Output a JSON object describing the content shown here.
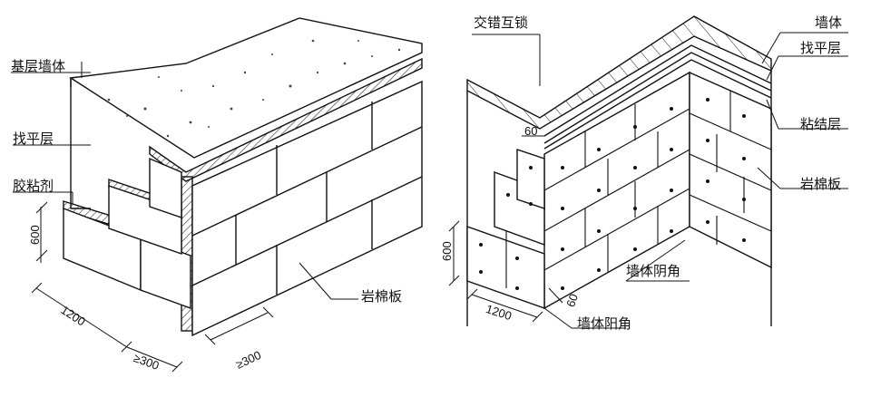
{
  "left_diagram": {
    "labels": {
      "base_wall": "基层墙体",
      "leveling": "找平层",
      "adhesive": "胶粘剂",
      "rock_wool": "岩棉板"
    },
    "dims": {
      "height": "600",
      "length": "1200",
      "stagger_a": "≥300",
      "stagger_b": "≥300"
    }
  },
  "right_diagram": {
    "labels": {
      "interlock": "交错互锁",
      "wall": "墙体",
      "leveling": "找平层",
      "bond": "粘结层",
      "rock_wool": "岩棉板",
      "inner_corner": "墙体阴角",
      "outer_corner": "墙体阳角"
    },
    "dims": {
      "height": "600",
      "length": "1200",
      "offset_top": "60",
      "offset_bottom": "60"
    }
  },
  "colors": {
    "line": "#111111",
    "paper": "#ffffff",
    "hatch": "#333333"
  }
}
